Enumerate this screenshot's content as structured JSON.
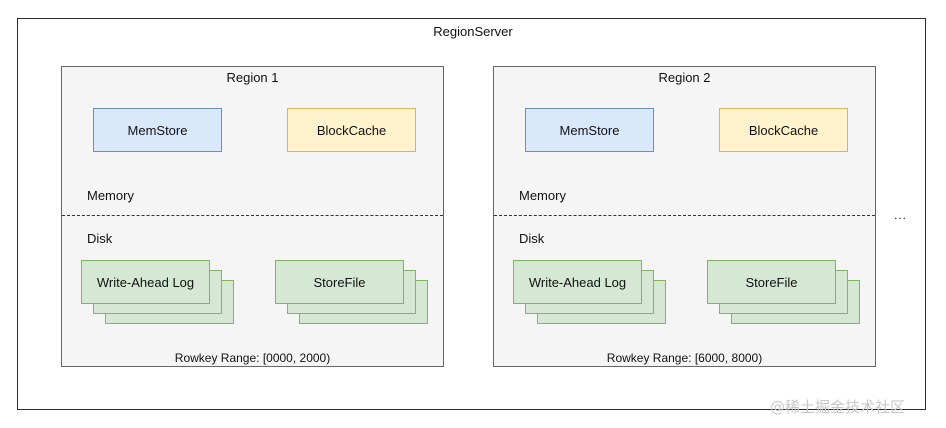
{
  "server": {
    "title": "RegionServer",
    "more": "..."
  },
  "regions": [
    {
      "title": "Region 1",
      "memstore": "MemStore",
      "blockcache": "BlockCache",
      "memory_label": "Memory",
      "disk_label": "Disk",
      "wal": "Write-Ahead Log",
      "storefile": "StoreFile",
      "range": "Rowkey Range: [0000, 2000)"
    },
    {
      "title": "Region 2",
      "memstore": "MemStore",
      "blockcache": "BlockCache",
      "memory_label": "Memory",
      "disk_label": "Disk",
      "wal": "Write-Ahead Log",
      "storefile": "StoreFile",
      "range": "Rowkey Range: [6000, 8000)"
    }
  ],
  "watermark": "@稀土掘金技术社区",
  "colors": {
    "memstore_fill": "#dae8fc",
    "memstore_border": "#6c8ebf",
    "blockcache_fill": "#fff2cc",
    "blockcache_border": "#d6b656",
    "disk_fill": "#d5e8d4",
    "disk_border": "#82b366",
    "region_fill": "#f5f5f5"
  }
}
